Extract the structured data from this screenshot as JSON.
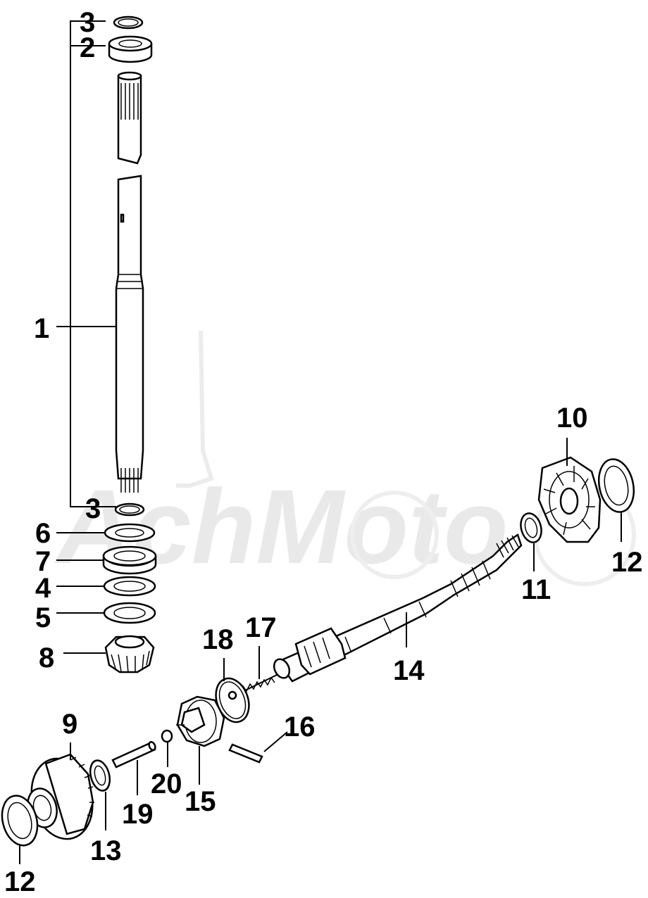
{
  "watermark": "AchMoto",
  "labels": [
    {
      "id": "l3a",
      "text": "3"
    },
    {
      "id": "l2",
      "text": "2"
    },
    {
      "id": "l1",
      "text": "1"
    },
    {
      "id": "l3b",
      "text": "3"
    },
    {
      "id": "l6",
      "text": "6"
    },
    {
      "id": "l7",
      "text": "7"
    },
    {
      "id": "l4",
      "text": "4"
    },
    {
      "id": "l5",
      "text": "5"
    },
    {
      "id": "l8",
      "text": "8"
    },
    {
      "id": "l10",
      "text": "10"
    },
    {
      "id": "l12a",
      "text": "12"
    },
    {
      "id": "l11",
      "text": "11"
    },
    {
      "id": "l14",
      "text": "14"
    },
    {
      "id": "l17",
      "text": "17"
    },
    {
      "id": "l18",
      "text": "18"
    },
    {
      "id": "l16",
      "text": "16"
    },
    {
      "id": "l9",
      "text": "9"
    },
    {
      "id": "l20",
      "text": "20"
    },
    {
      "id": "l15",
      "text": "15"
    },
    {
      "id": "l19",
      "text": "19"
    },
    {
      "id": "l13",
      "text": "13"
    },
    {
      "id": "l12b",
      "text": "12"
    }
  ]
}
